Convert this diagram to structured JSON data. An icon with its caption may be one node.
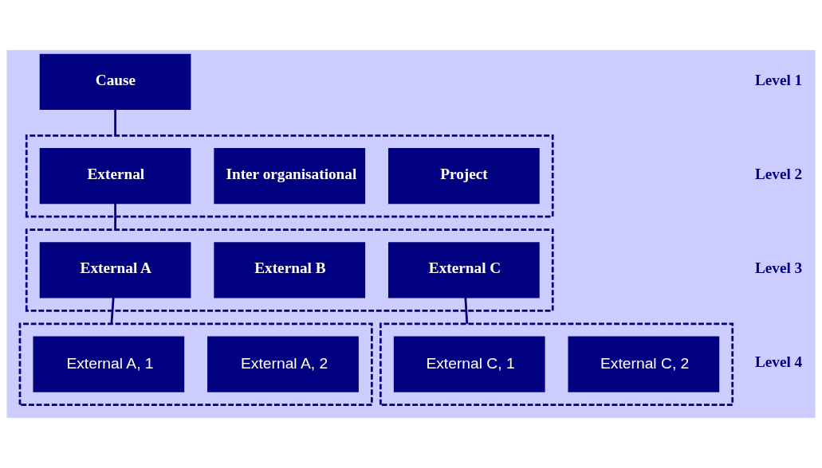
{
  "diagram": {
    "nodes": [
      {
        "text": [
          "Cause"
        ]
      },
      {
        "text": [],
        "shape": "box"
      },
      {
        "text": [
          "External"
        ],
        "in": 1
      },
      {
        "text": [
          "Inter organisational"
        ],
        "in": 1
      },
      {
        "text": [
          "Project"
        ],
        "in": 1
      },
      {
        "text": [],
        "shape": "box"
      },
      {
        "text": [
          "External A"
        ],
        "in": 5
      },
      {
        "text": [
          "External B"
        ],
        "in": 5
      },
      {
        "text": [
          "External C"
        ],
        "in": 5
      },
      {
        "text": [],
        "shape": "box"
      },
      {
        "text": [
          "External A, 1"
        ],
        "in": 9
      },
      {
        "text": [
          "External A, 2"
        ],
        "in": 9
      },
      {
        "text": [],
        "shape": "box"
      },
      {
        "text": [
          "External C, 1"
        ],
        "in": 12
      },
      {
        "text": [
          "External C, 2"
        ],
        "in": 12
      }
    ],
    "edges": [
      {
        "from": 0,
        "to": 1,
        "arrow": "none"
      },
      {
        "from": 2,
        "to": 5,
        "arrow": "none"
      },
      {
        "from": 6,
        "to": 9,
        "arrow": "none"
      },
      {
        "from": 8,
        "to": 12,
        "arrow": "none"
      }
    ],
    "labels": [
      "Level 1",
      "Level 2",
      "Level 3",
      "Level 4"
    ]
  }
}
